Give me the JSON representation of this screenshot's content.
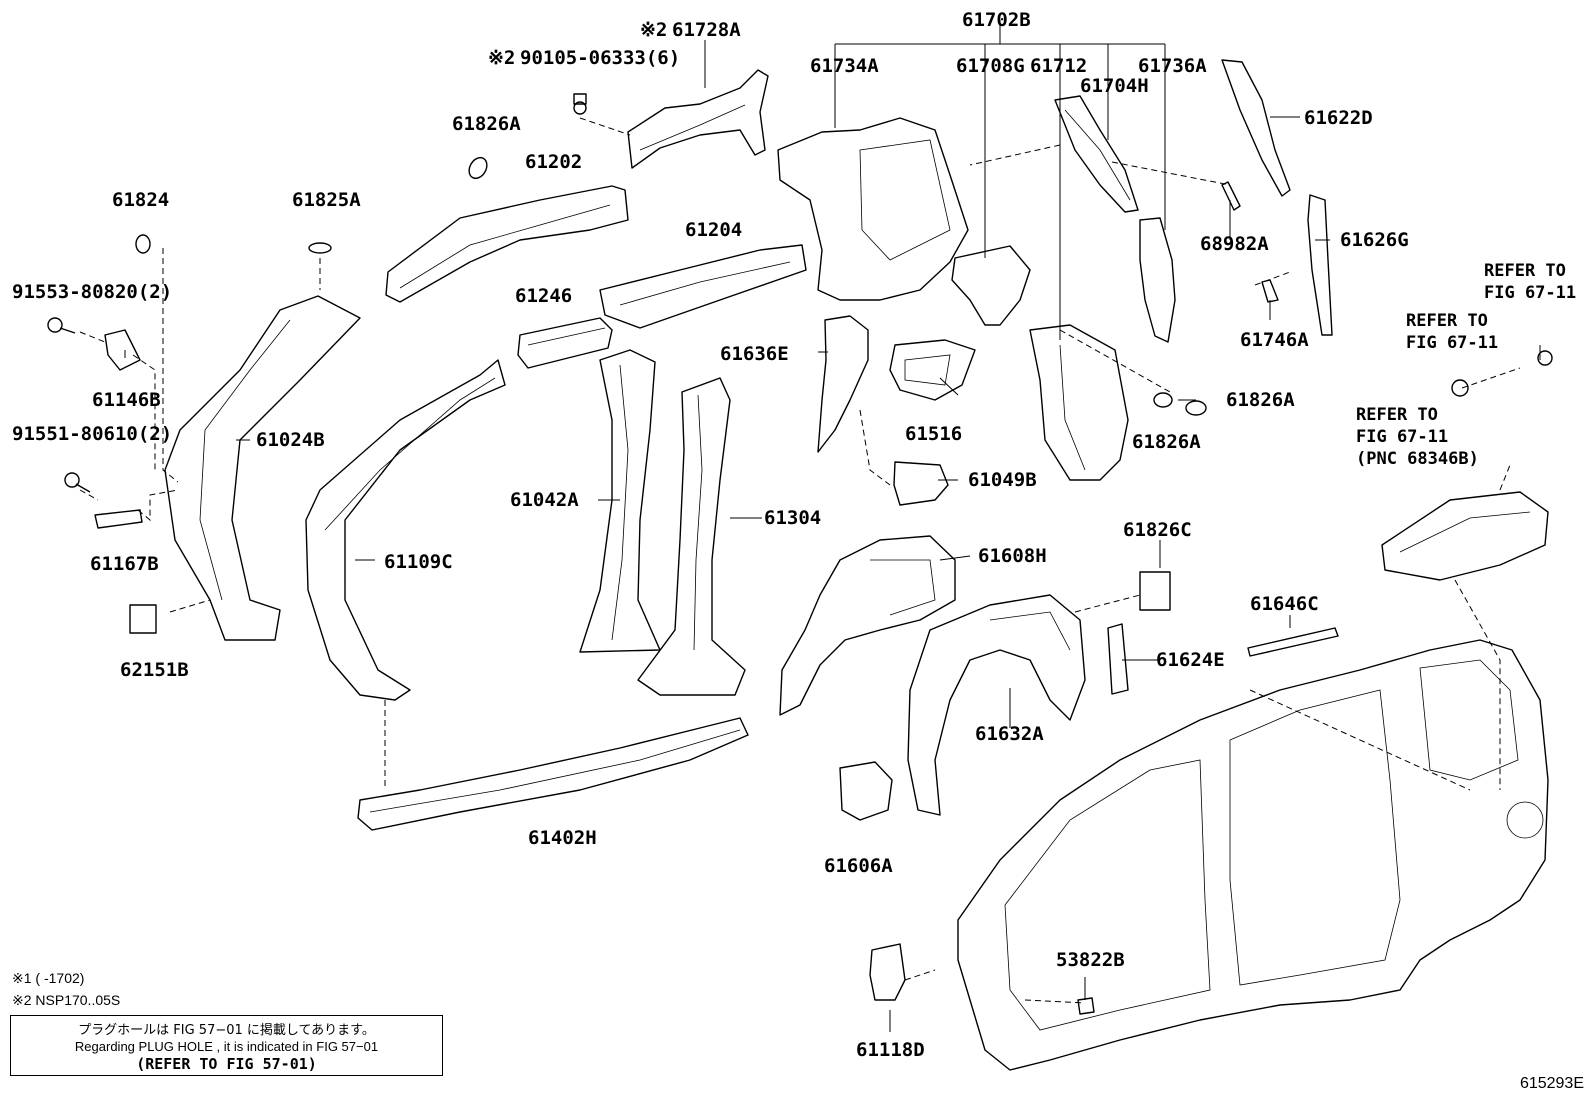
{
  "labels": {
    "p61702B": "61702B",
    "p61734A": "61734A",
    "p61708G": "61708G",
    "p61712": "61712",
    "p61736A": "61736A",
    "p61704H": "61704H",
    "p61728A": "61728A",
    "p90105": "90105-06333(6)",
    "p61622D": "61622D",
    "p61826A_top": "61826A",
    "p61202": "61202",
    "p61824": "61824",
    "p61825A": "61825A",
    "p61204": "61204",
    "p68982A": "68982A",
    "p61626G": "61626G",
    "p91553": "91553-80820(2)",
    "p61246": "61246",
    "p61746A": "61746A",
    "p61146B": "61146B",
    "p61636E": "61636E",
    "p61826A_r1": "61826A",
    "p61024B": "61024B",
    "p61516": "61516",
    "p91551": "91551-80610(2)",
    "p61826A_r2": "61826A",
    "p61042A": "61042A",
    "p61049B": "61049B",
    "p61304": "61304",
    "p61167B": "61167B",
    "p61826C": "61826C",
    "p61109C": "61109C",
    "p61608H": "61608H",
    "p61646C": "61646C",
    "p62151B": "62151B",
    "p61624E": "61624E",
    "p61632A": "61632A",
    "p61402H": "61402H",
    "p61606A": "61606A",
    "p53822B": "53822B",
    "p61118D": "61118D"
  },
  "mark2": "※2",
  "refer": {
    "r1_line1": "REFER TO",
    "r1_line2": "FIG 67-11",
    "r2_line1": "REFER TO",
    "r2_line2": "FIG 67-11",
    "r3_line1": "REFER TO",
    "r3_line2": "FIG 67-11",
    "r3_line3": "(PNC 68346B)"
  },
  "footnotes": {
    "f1": "※1 (      -1702)",
    "f2": "※2 NSP170..05S"
  },
  "note": {
    "jp": "プラグホールは FIG 57−01 に掲載してあります。",
    "en": "Regarding  PLUG  HOLE , it is indicated in  FIG  57−01",
    "ref": "(REFER TO FIG 57-01)"
  },
  "figure_number": "615293E"
}
